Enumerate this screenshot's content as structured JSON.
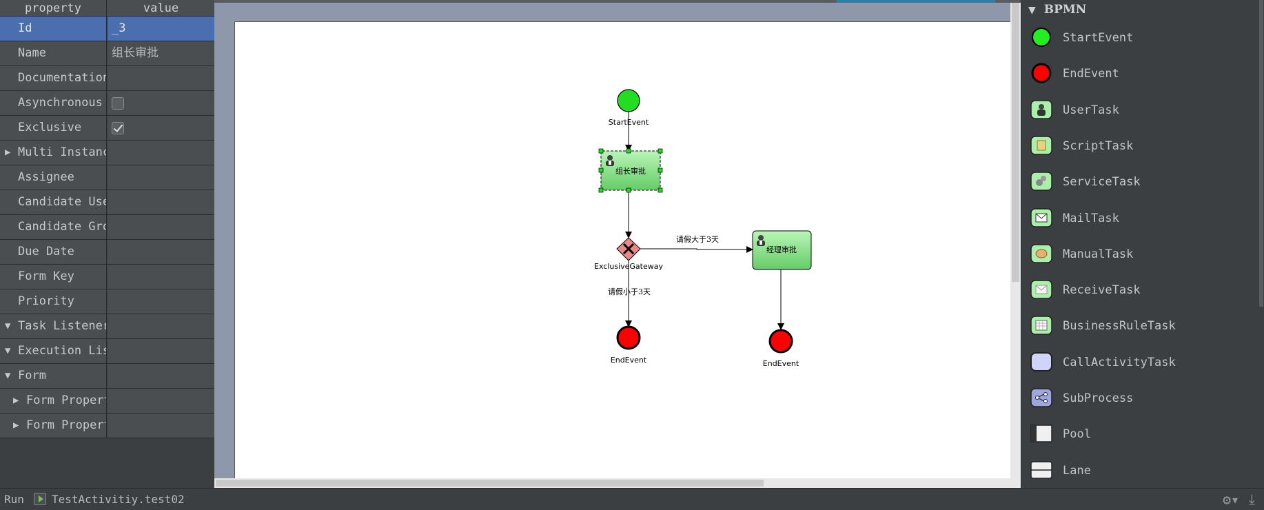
{
  "properties": {
    "header": {
      "property": "property",
      "value": "value"
    },
    "rows": [
      {
        "key": "Id",
        "value": "_3",
        "type": "text",
        "selected": true
      },
      {
        "key": "Name",
        "value": "组长审批",
        "type": "text"
      },
      {
        "key": "Documentation",
        "value": "",
        "type": "text"
      },
      {
        "key": "Asynchronous",
        "value": false,
        "type": "checkbox"
      },
      {
        "key": "Exclusive",
        "value": true,
        "type": "checkbox"
      },
      {
        "key": "Multi Instance",
        "value": "",
        "type": "group",
        "expanded": false
      },
      {
        "key": "Assignee",
        "value": "",
        "type": "text"
      },
      {
        "key": "Candidate Users",
        "value": "",
        "type": "text"
      },
      {
        "key": "Candidate Groups",
        "value": "",
        "type": "text"
      },
      {
        "key": "Due Date",
        "value": "",
        "type": "text"
      },
      {
        "key": "Form Key",
        "value": "",
        "type": "text"
      },
      {
        "key": "Priority",
        "value": "",
        "type": "text"
      },
      {
        "key": "Task Listeners",
        "value": "",
        "type": "group",
        "expanded": true
      },
      {
        "key": "Execution Listeners",
        "value": "",
        "type": "group",
        "expanded": true
      },
      {
        "key": "Form",
        "value": "",
        "type": "group",
        "expanded": true
      },
      {
        "key": "Form Properties",
        "value": "",
        "type": "subgroup",
        "expanded": false
      },
      {
        "key": "Form Properties",
        "value": "",
        "type": "subgroup",
        "expanded": false
      }
    ]
  },
  "diagram": {
    "start_event": "StartEvent",
    "task_leader": "组长审批",
    "gateway": "ExclusiveGateway",
    "task_manager": "经理审批",
    "end_event_1": "EndEvent",
    "end_event_2": "EndEvent",
    "flow_more": "请假大于3天",
    "flow_less": "请假小于3天"
  },
  "palette": {
    "title": "BPMN",
    "items": [
      {
        "label": "StartEvent",
        "icon": "start-event-icon"
      },
      {
        "label": "EndEvent",
        "icon": "end-event-icon"
      },
      {
        "label": "UserTask",
        "icon": "user-task-icon"
      },
      {
        "label": "ScriptTask",
        "icon": "script-task-icon"
      },
      {
        "label": "ServiceTask",
        "icon": "service-task-icon"
      },
      {
        "label": "MailTask",
        "icon": "mail-task-icon"
      },
      {
        "label": "ManualTask",
        "icon": "manual-task-icon"
      },
      {
        "label": "ReceiveTask",
        "icon": "receive-task-icon"
      },
      {
        "label": "BusinessRuleTask",
        "icon": "business-rule-task-icon"
      },
      {
        "label": "CallActivityTask",
        "icon": "call-activity-task-icon"
      },
      {
        "label": "SubProcess",
        "icon": "sub-process-icon"
      },
      {
        "label": "Pool",
        "icon": "pool-icon"
      },
      {
        "label": "Lane",
        "icon": "lane-icon"
      }
    ]
  },
  "status": {
    "run_label": "Run",
    "config_name": "TestActivitiy.test02"
  },
  "colors": {
    "selection": "#4b6eaf",
    "start_green": "#22dd22",
    "end_red": "#ff0000",
    "task_green": "#8fe68f"
  }
}
